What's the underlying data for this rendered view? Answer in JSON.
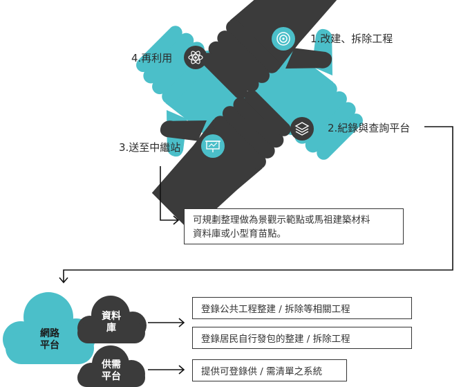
{
  "colors": {
    "teal": "#4bbfc9",
    "dark": "#3b3b3b",
    "line": "#111111"
  },
  "cycle": {
    "step1": "1.改建、拆除工程",
    "step2": "2.紀錄與查詢平台",
    "step3": "3.送至中繼站",
    "step4": "4.再利用",
    "icons": [
      "target-icon",
      "layers-icon",
      "presentation-icon",
      "atom-icon"
    ]
  },
  "note": {
    "line1": "可規劃整理做為景觀示範點或馬祖建築材料",
    "line2": "資料庫或小型育苗點。"
  },
  "platform": {
    "main_line1": "網路",
    "main_line2": "平台",
    "db_line1": "資料",
    "db_line2": "庫",
    "supply_line1": "供需",
    "supply_line2": "平台"
  },
  "outputs": {
    "item1": "登錄公共工程整建 / 拆除等相關工程",
    "item2": "登錄居民自行發包的整建 / 拆除工程",
    "item3": "提供可登錄供 / 需清單之系統"
  }
}
